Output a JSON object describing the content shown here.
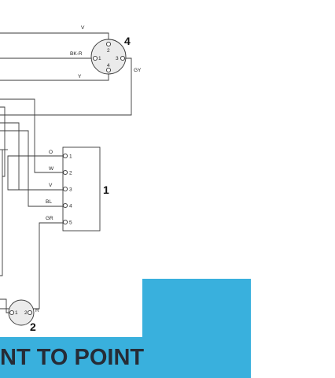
{
  "colors": {
    "banner": "#39b0dd",
    "wire": "#3a3a3a",
    "text": "#262c36"
  },
  "connector4": {
    "number": "4",
    "pin_labels": [
      "1",
      "2",
      "3",
      "4"
    ],
    "wire_labels": {
      "top": "V",
      "left": "BK-R",
      "right": "GY",
      "bottom": "Y"
    }
  },
  "connector1": {
    "number": "1",
    "pins": [
      {
        "number": "1",
        "wire": "O"
      },
      {
        "number": "2",
        "wire": "W"
      },
      {
        "number": "3",
        "wire": "V"
      },
      {
        "number": "4",
        "wire": "BL"
      },
      {
        "number": "5",
        "wire": "GR"
      }
    ]
  },
  "connector2": {
    "number": "2",
    "pin_labels": [
      "1",
      "2"
    ],
    "wire_label": "R"
  },
  "banner": {
    "title": "NT TO POINT"
  }
}
